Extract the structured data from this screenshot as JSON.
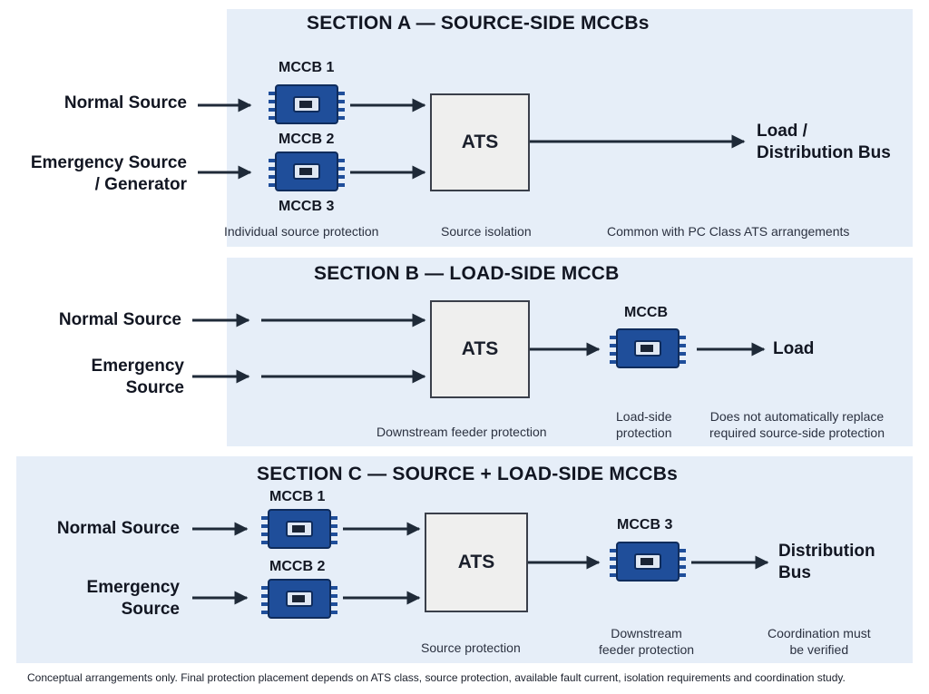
{
  "sections": [
    {
      "title": "SECTION A — SOURCE-SIDE MCCBs",
      "sources": [
        "Normal Source",
        "Emergency Source\n/ Generator"
      ],
      "breakers": [
        "MCCB 1",
        "MCCB 2",
        "MCCB 3"
      ],
      "ats": "ATS",
      "output": "Load /\nDistribution Bus",
      "captions": [
        "Individual source protection",
        "Source isolation",
        "Common with PC Class ATS arrangements"
      ]
    },
    {
      "title": "SECTION B — LOAD-SIDE MCCB",
      "sources": [
        "Normal Source",
        "Emergency\nSource"
      ],
      "breakers": [
        "MCCB"
      ],
      "ats": "ATS",
      "output": "Load",
      "captions": [
        "Downstream feeder protection",
        "Load-side\nprotection",
        "Does not automatically replace\nrequired source-side protection"
      ]
    },
    {
      "title": "SECTION C — SOURCE + LOAD-SIDE MCCBs",
      "sources": [
        "Normal Source",
        "Emergency\nSource"
      ],
      "breakers": [
        "MCCB 1",
        "MCCB 2",
        "MCCB 3"
      ],
      "ats": "ATS",
      "output": "Distribution\nBus",
      "captions": [
        "Source protection",
        "Downstream\nfeeder protection",
        "Coordination must\nbe verified"
      ]
    }
  ],
  "footer": "Conceptual arrangements only. Final protection placement depends on ATS class, source protection, available fault current, isolation requirements and coordination study.",
  "colors": {
    "panel": "#e6eef8",
    "breaker": "#1f4e9a",
    "arrow": "#1f2a38"
  }
}
